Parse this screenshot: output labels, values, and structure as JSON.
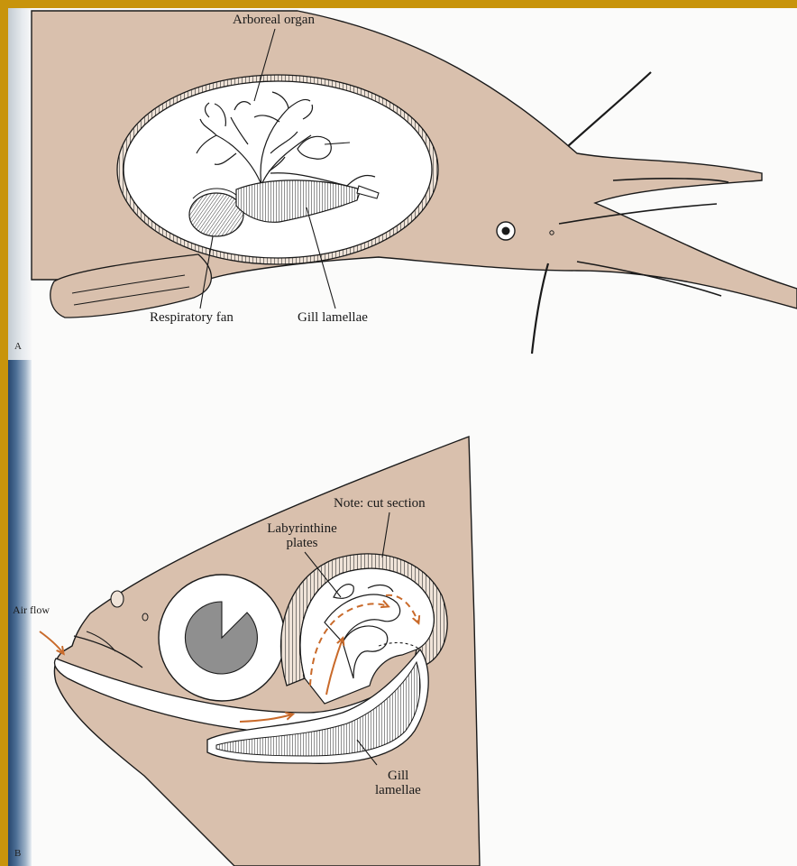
{
  "panel_a": {
    "letter": "A",
    "labels": {
      "arboreal_organ": "Arboreal organ",
      "respiratory_fan": "Respiratory fan",
      "gill_lamellae": "Gill lamellae"
    }
  },
  "panel_b": {
    "letter": "B",
    "labels": {
      "note": "Note:  cut section",
      "labyrinthine_line1": "Labyrinthine",
      "labyrinthine_line2": "plates",
      "air_flow": "Air flow",
      "gill_line1": "Gill",
      "gill_line2": "lamellae"
    }
  },
  "colors": {
    "frame": "#c8940c",
    "body_fill": "#d9c0ad",
    "outline": "#1a1a1a",
    "arrow": "#c96a2a",
    "eye_pupil": "#8f8f8f"
  }
}
